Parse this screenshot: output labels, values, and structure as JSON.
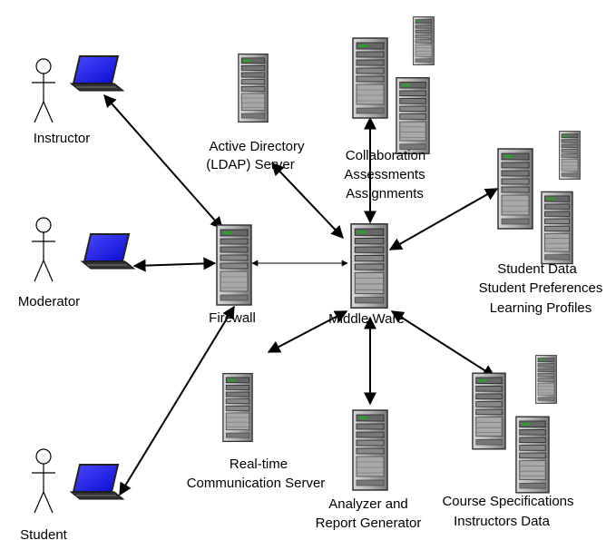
{
  "actors": {
    "instructor": "Instructor",
    "moderator": "Moderator",
    "student": "Student"
  },
  "nodes": {
    "ldap": [
      "Active Directory",
      "(LDAP) Server"
    ],
    "collab": [
      "Collaboration",
      "Assessments",
      "Assignments"
    ],
    "student_data": [
      "Student Data",
      "Student Preferences",
      "Learning Profiles"
    ],
    "firewall": "Firewall",
    "middleware": "Middle Ware",
    "realtime": [
      "Real-time",
      "Communication Server"
    ],
    "analyzer": [
      "Analyzer and",
      "Report Generator"
    ],
    "course": [
      "Course Specifications",
      "Instructors Data"
    ]
  },
  "colors": {
    "laptop_screen": "#1a1aff",
    "server_body": "#b8b8b8",
    "server_dark": "#555555",
    "server_green": "#2aa02a",
    "line": "#000000"
  }
}
